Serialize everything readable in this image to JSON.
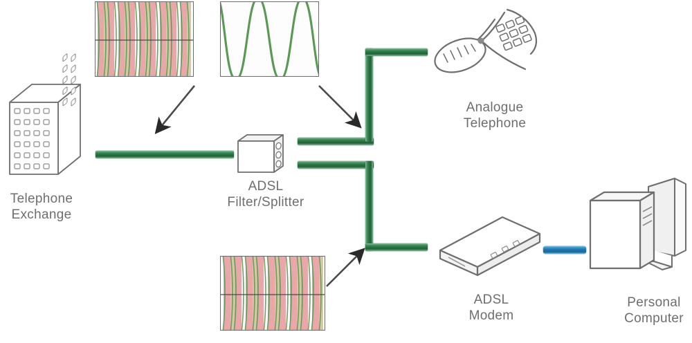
{
  "diagram": {
    "title": "ADSL Filter/Splitter connection diagram",
    "colors": {
      "cable_green": "#2c7744",
      "cable_blue": "#1f76ad",
      "line_art": "#6e6e6e",
      "label_text": "#6e6e6e",
      "wave_fill_red": "#e8a0a4",
      "wave_stroke_green": "#5a9a56",
      "box_border": "#6a6a6a",
      "background": "#ffffff"
    }
  },
  "nodes": {
    "exchange": {
      "label": "Telephone\nExchange",
      "icon": "office-building-icon"
    },
    "splitter": {
      "label": "ADSL\nFilter/Splitter",
      "icon": "splitter-box-icon"
    },
    "telephone": {
      "label": "Analogue\nTelephone",
      "icon": "telephone-icon"
    },
    "modem": {
      "label": "ADSL\nModem",
      "icon": "modem-icon"
    },
    "computer": {
      "label": "Personal\nComputer",
      "icon": "desktop-computer-icon"
    }
  },
  "signals": {
    "combined_top": {
      "name": "combined-signal-waveform",
      "description": "dense high-frequency combined voice + data signal",
      "cycles": 9,
      "fill": "#e8a0a4",
      "stroke": "#5a9a56"
    },
    "voice": {
      "name": "analogue-voice-waveform",
      "description": "low-frequency analogue voice sine wave",
      "cycles": 3.5,
      "stroke": "#5a9a56"
    },
    "data_bottom": {
      "name": "adsl-data-waveform",
      "description": "dense high-frequency ADSL data signal",
      "cycles": 9,
      "fill": "#e8a0a4",
      "stroke": "#5a9a56"
    }
  },
  "cables": {
    "exchange_to_splitter": {
      "name": "exchange-to-splitter-cable",
      "color": "#2c7744"
    },
    "splitter_to_phone": {
      "name": "splitter-to-telephone-cable",
      "color": "#2c7744"
    },
    "splitter_to_modem": {
      "name": "splitter-to-modem-cable",
      "color": "#2c7744"
    },
    "modem_to_pc": {
      "name": "modem-to-computer-cable",
      "color": "#1f76ad"
    }
  },
  "arrows": {
    "combined_to_line": {
      "name": "combined-signal-arrow"
    },
    "voice_to_phoneline": {
      "name": "voice-signal-arrow"
    },
    "data_to_modemline": {
      "name": "data-signal-arrow"
    }
  }
}
